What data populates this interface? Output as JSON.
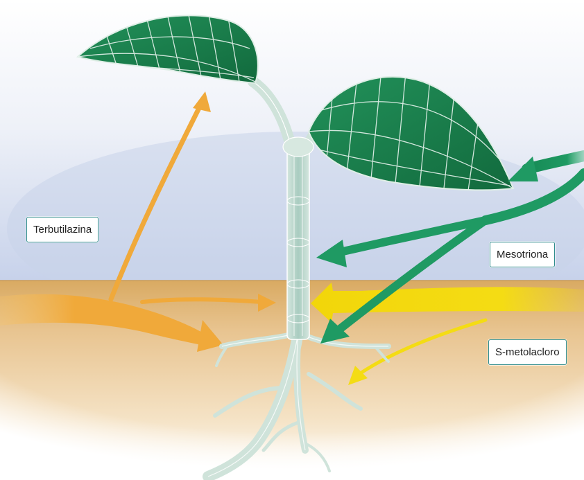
{
  "labels": {
    "terbutilazina": "Terbutilazina",
    "mesotriona": "Mesotriona",
    "s_metolacloro": "S-metolacloro"
  },
  "colors": {
    "terbutilazina": "#f0a93a",
    "mesotriona": "#1f9a63",
    "s_metolacloro": "#f4dc14",
    "leaf": "#1b7a4a",
    "sky": "#c9d4ea",
    "soil": "#e9c48f",
    "label_border": "#2f8c8c"
  }
}
